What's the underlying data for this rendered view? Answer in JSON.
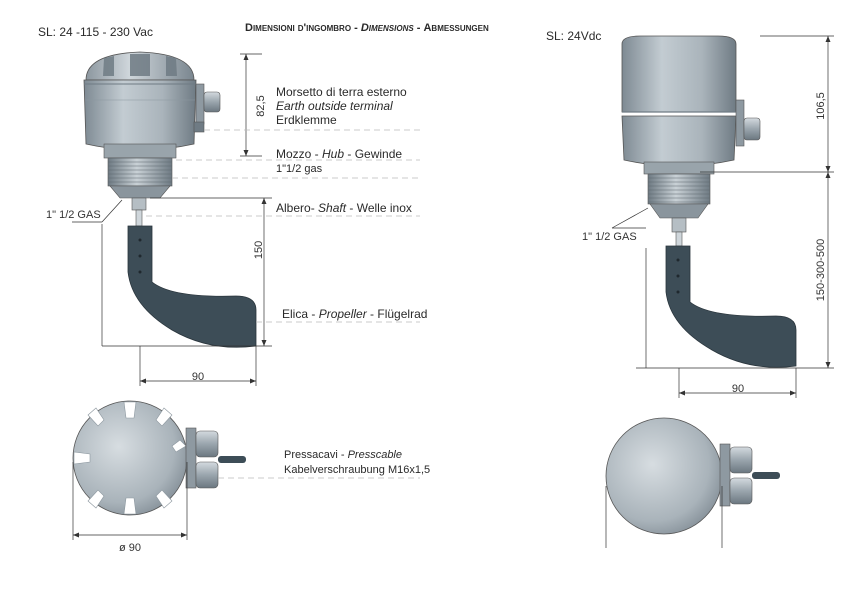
{
  "header": {
    "left_supply": "SL: 24 -115 - 230 Vac",
    "right_supply": "SL: 24Vdc",
    "title_it": "Dimensioni d'ingombro",
    "title_sep1": " - ",
    "title_en": "Dimensions",
    "title_sep2": " - ",
    "title_de": "Abmessungen"
  },
  "callouts": {
    "earth_it": "Morsetto di terra esterno",
    "earth_en": "Earth outside terminal",
    "earth_de": "Erdklemme",
    "hub_it": "Mozzo - ",
    "hub_en": "Hub",
    "hub_de": " - Gewinde",
    "hub_thread": "1\"1/2 gas",
    "shaft_it": "Albero- ",
    "shaft_en": "Shaft",
    "shaft_de": " - Welle inox",
    "prop_it": "Elica - ",
    "prop_en": "Propeller",
    "prop_de": " - Flügelrad",
    "cable_it": "Pressacavi - ",
    "cable_en": "Presscable",
    "cable_de": "Kabelverschraubung M16x1,5"
  },
  "dimensions": {
    "left_head_height": "82,5",
    "left_shaft_length": "150",
    "left_gas": "1\" 1/2 GAS",
    "left_width": "90",
    "left_diameter": "ø 90",
    "right_head_height": "106,5",
    "right_shaft_length": "150-300-500",
    "right_gas": "1\" 1/2 GAS",
    "right_width": "90"
  },
  "colors": {
    "housing": "#a9b4bc",
    "housing_dark": "#7d8a93",
    "propeller": "#3d4d57",
    "line": "#333333",
    "dash": "#bbbbbb"
  }
}
